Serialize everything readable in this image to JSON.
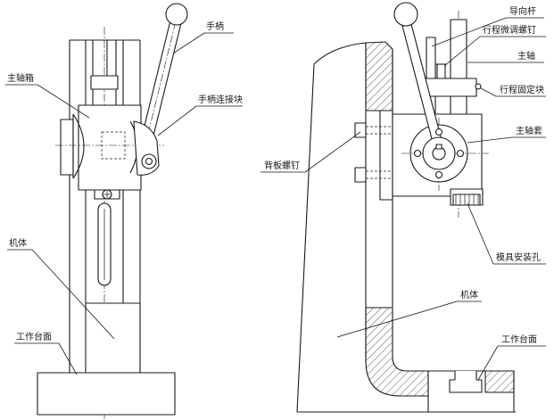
{
  "colors": {
    "line": "#1a1a1a",
    "background": "#ffffff"
  },
  "front_view": {
    "labels": {
      "handle": "手柄",
      "spindle_box": "主轴箱",
      "handle_connector": "手柄连接块",
      "body": "机体",
      "worktable": "工作台面"
    }
  },
  "side_view": {
    "labels": {
      "guide_rod": "导向杆",
      "stroke_adjust_screw": "行程微调螺钉",
      "spindle": "主轴",
      "stroke_fixing_block": "行程固定块",
      "spindle_sleeve": "主轴套",
      "backplate_screw": "背板螺钉",
      "die_mounting_hole": "模具安装孔",
      "body": "机体",
      "worktable": "工作台面"
    }
  }
}
